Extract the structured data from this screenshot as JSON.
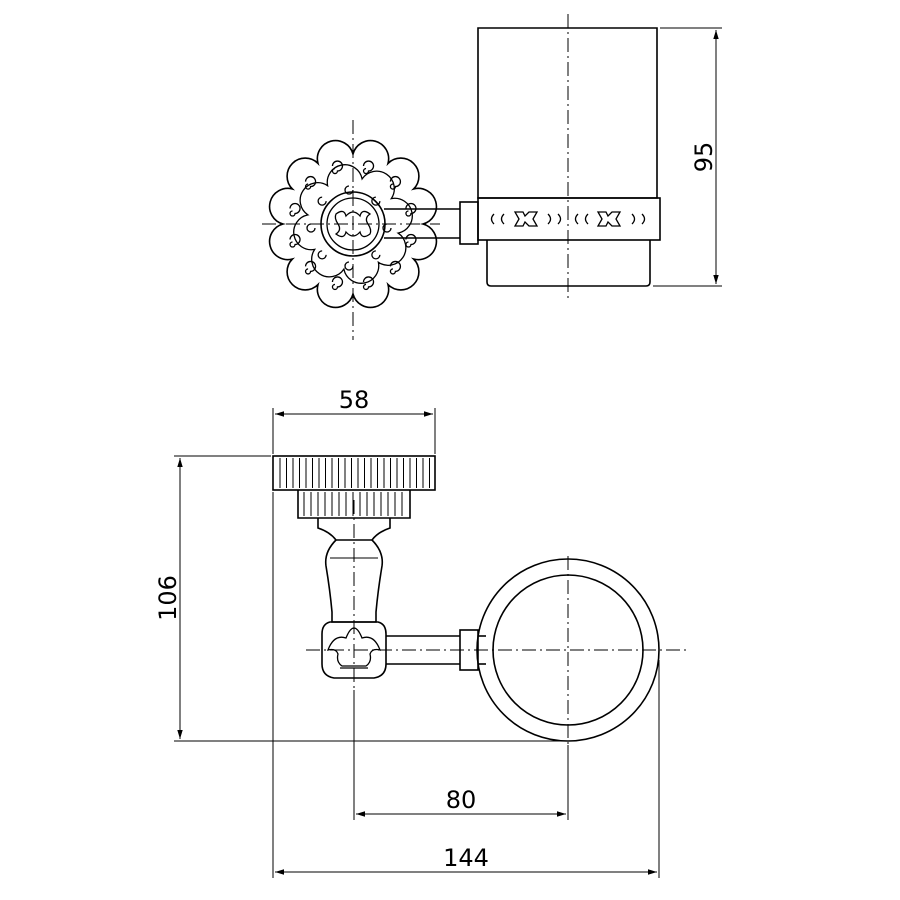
{
  "dimensions": {
    "cup_height": "95",
    "base_width": "58",
    "total_height": "106",
    "projection_center": "80",
    "total_depth": "144"
  },
  "colors": {
    "line": "#000000",
    "background": "#ffffff"
  }
}
